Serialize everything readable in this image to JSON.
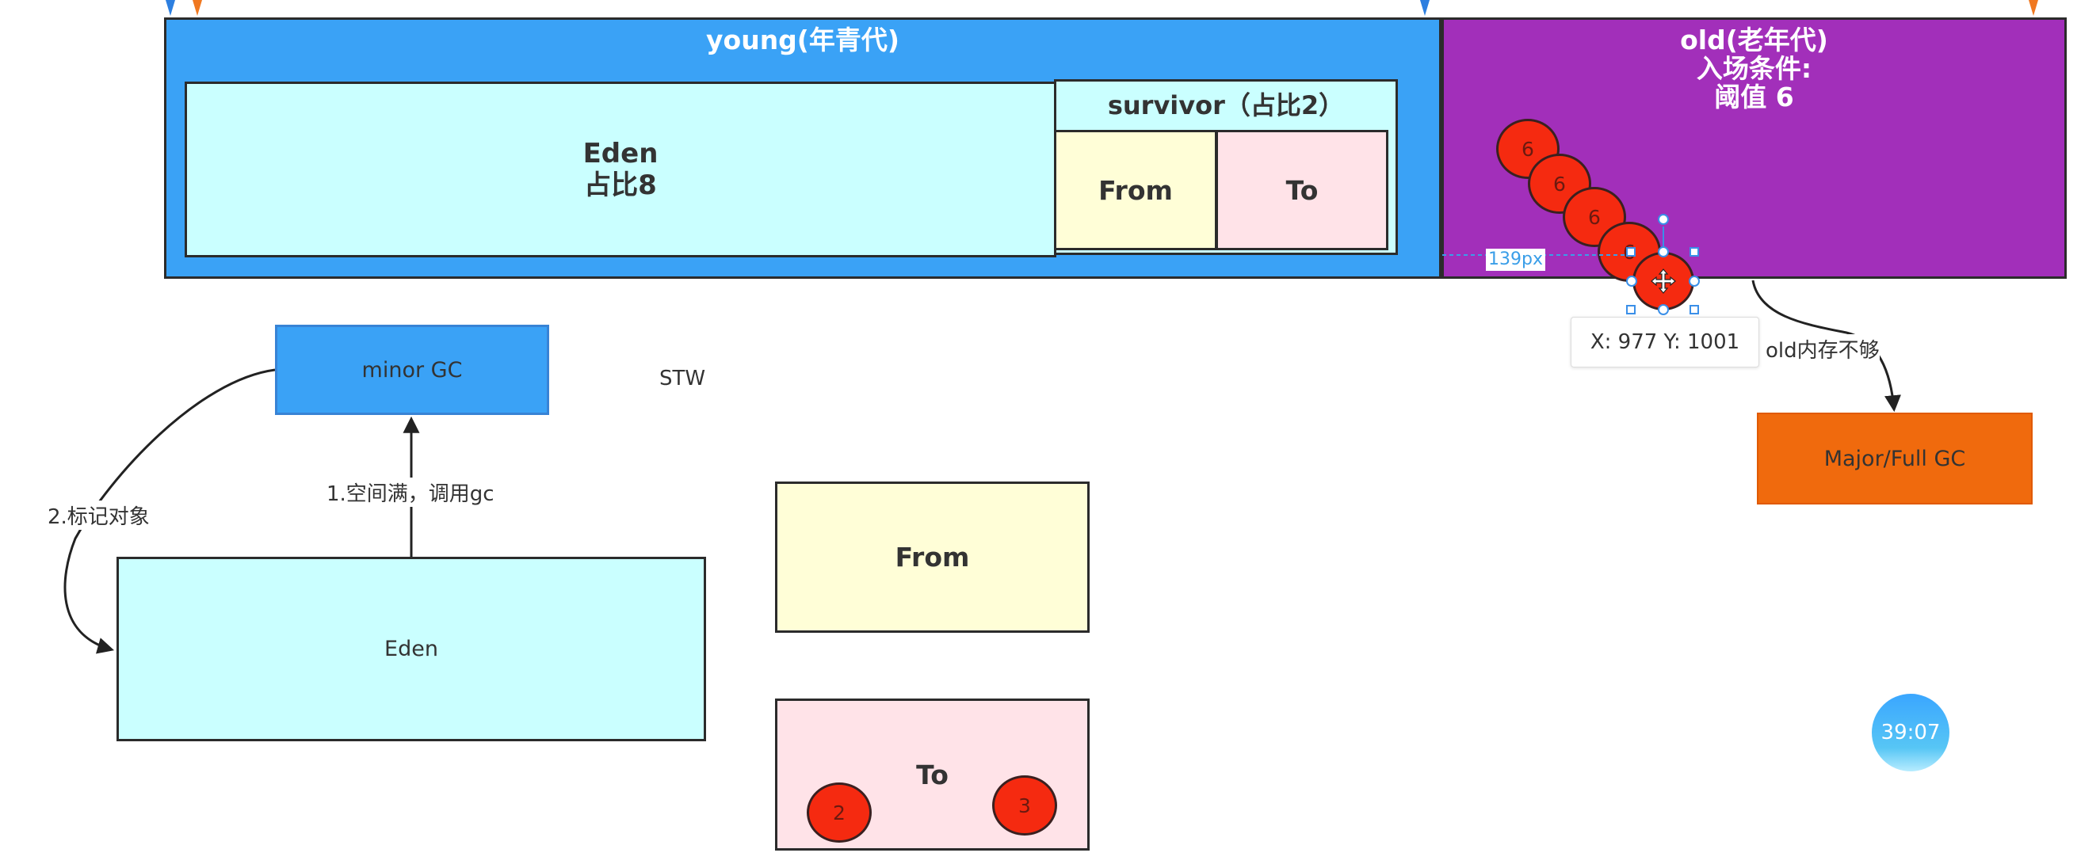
{
  "young": {
    "title": "young(年青代)"
  },
  "old": {
    "title": "old(老年代)\n入场条件:\n阈值 6"
  },
  "eden_top": {
    "line1": "Eden",
    "line2": "占比8"
  },
  "survivor": {
    "label": "survivor（占比2）",
    "from": "From",
    "to": "To"
  },
  "old_objects": [
    "6",
    "6",
    "6",
    "6"
  ],
  "selection": {
    "coord": "X: 977  Y: 1001",
    "distance": "139px"
  },
  "minor_gc": "minor GC",
  "stw": "STW",
  "edge_space_full": "1.空间满，调用gc",
  "edge_mark": "2.标记对象",
  "eden_bottom": "Eden",
  "from_bottom": "From",
  "to_bottom": {
    "label": "To",
    "objects": [
      "2",
      "3"
    ]
  },
  "old_not_enough": "old内存不够",
  "major_gc": "Major/Full GC",
  "timer": "39:07",
  "colors": {
    "young": "#3aa2f6",
    "old": "#a22fba",
    "eden": "#caffff",
    "from": "#fffed7",
    "to": "#ffe3e8",
    "major_gc": "#f06a0d",
    "object": "#f52a10"
  }
}
